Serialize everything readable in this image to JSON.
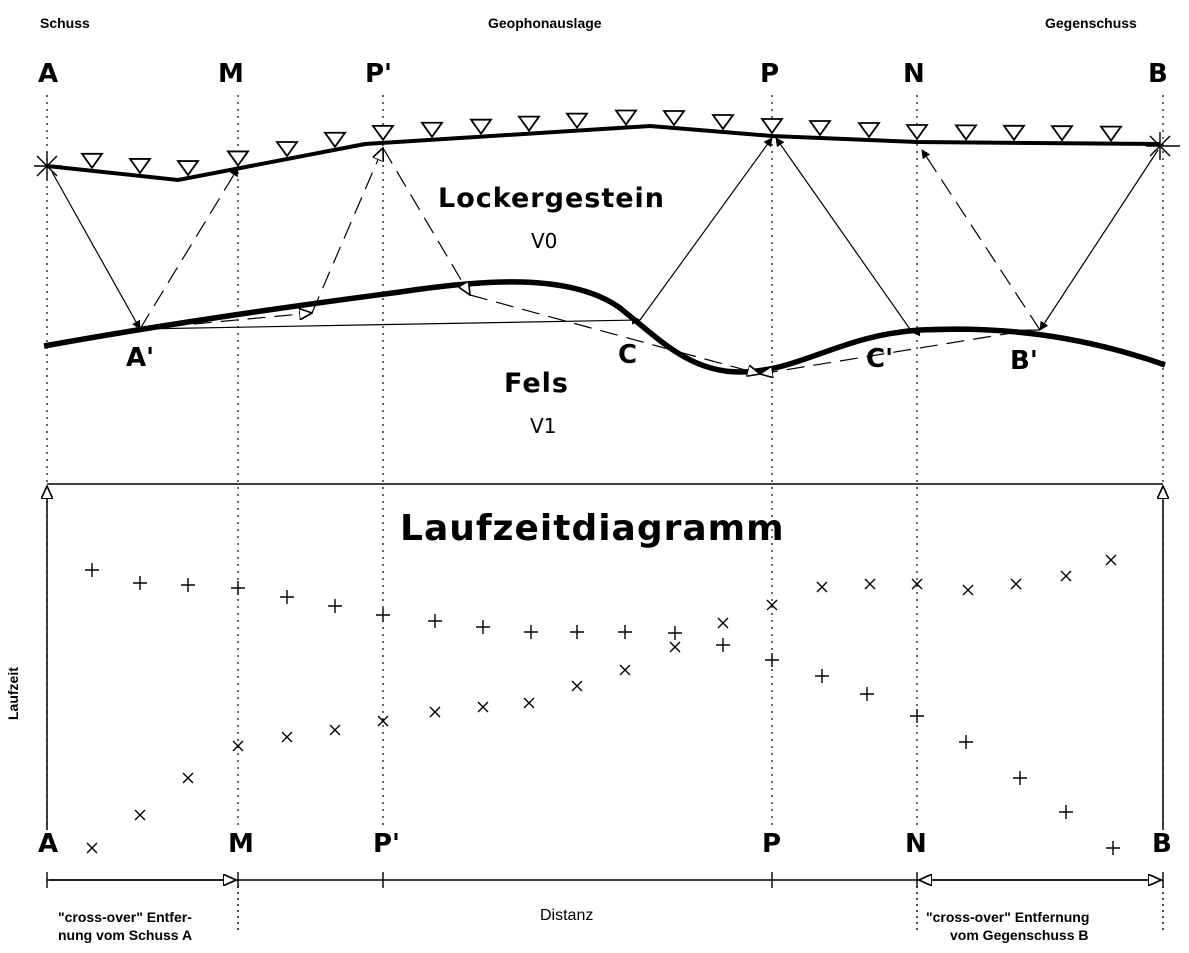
{
  "header": {
    "left": "Schuss",
    "center": "Geophonauslage",
    "right": "Gegenschuss"
  },
  "points": {
    "A": "A",
    "M": "M",
    "P_prime": "P'",
    "P": "P",
    "N": "N",
    "B": "B"
  },
  "layers": {
    "top_name": "Lockergestein",
    "top_velocity": "V0",
    "bottom_name": "Fels",
    "bottom_velocity": "V1"
  },
  "refraction_points": {
    "A_prime": "A'",
    "C": "C",
    "C_prime": "C'",
    "B_prime": "B'"
  },
  "diagram": {
    "title": "Laufzeitdiagramm",
    "y_label": "Laufzeit",
    "x_label": "Distanz",
    "crossover_left_line1": "\"cross-over\" Entfer-",
    "crossover_left_line2": "nung vom Schuss A",
    "crossover_right_line1": "\"cross-over\" Entfernung",
    "crossover_right_line2": "vom Gegenschuss B"
  },
  "colors": {
    "ink": "#000000",
    "paper": "#ffffff"
  }
}
